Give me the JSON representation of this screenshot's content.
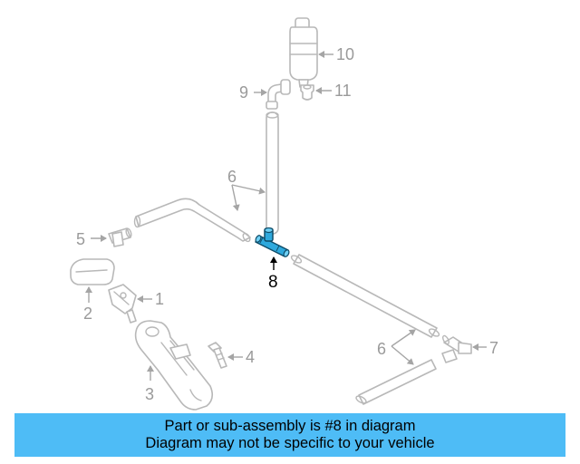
{
  "callouts": {
    "c1": "1",
    "c2": "2",
    "c3": "3",
    "c4": "4",
    "c5": "5",
    "c6a": "6",
    "c6b": "6",
    "c7": "7",
    "c8": "8",
    "c9": "9",
    "c10": "10",
    "c11": "11"
  },
  "highlighted_part": "8",
  "colors": {
    "highlight_part": "#2ea9dd",
    "banner_bg": "#4ebcf6",
    "outline_gray": "#b8b8b8"
  },
  "banner": {
    "line1": "Part or sub-assembly is #8 in diagram",
    "line2": "Diagram may not be specific to your vehicle"
  }
}
